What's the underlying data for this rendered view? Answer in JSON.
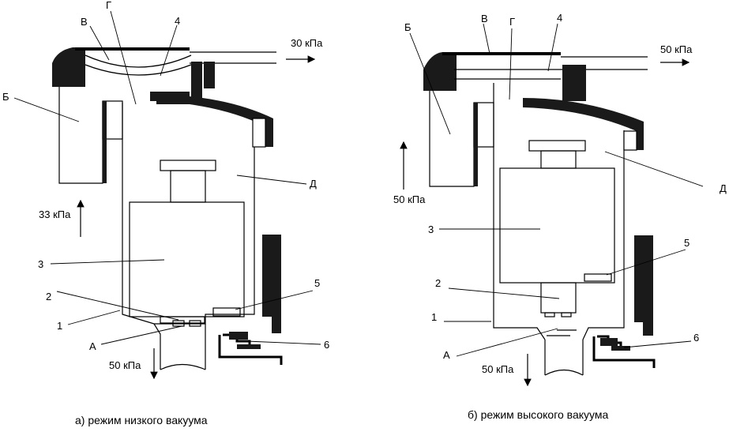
{
  "panels": [
    {
      "caption": "а) режим низкого вакуума",
      "pressures": {
        "out": "30 кПа",
        "side": "33 кПа",
        "bottom": "50 кПа"
      },
      "labels": {
        "A": "А",
        "B": "Б",
        "V": "В",
        "G": "Г",
        "D": "Д",
        "n1": "1",
        "n2": "2",
        "n3": "3",
        "n4": "4",
        "n5": "5",
        "n6": "6"
      }
    },
    {
      "caption": "б) режим высокого вакуума",
      "pressures": {
        "out": "50 кПа",
        "side": "50 кПа",
        "bottom": "50 кПа"
      },
      "labels": {
        "A": "А",
        "B": "Б",
        "V": "В",
        "G": "Г",
        "D": "Д",
        "n1": "1",
        "n2": "2",
        "n3": "3",
        "n4": "4",
        "n5": "5",
        "n6": "6"
      }
    }
  ],
  "colors": {
    "line": "#000000",
    "fill_dark": "#1a1a1a",
    "background": "#ffffff"
  }
}
